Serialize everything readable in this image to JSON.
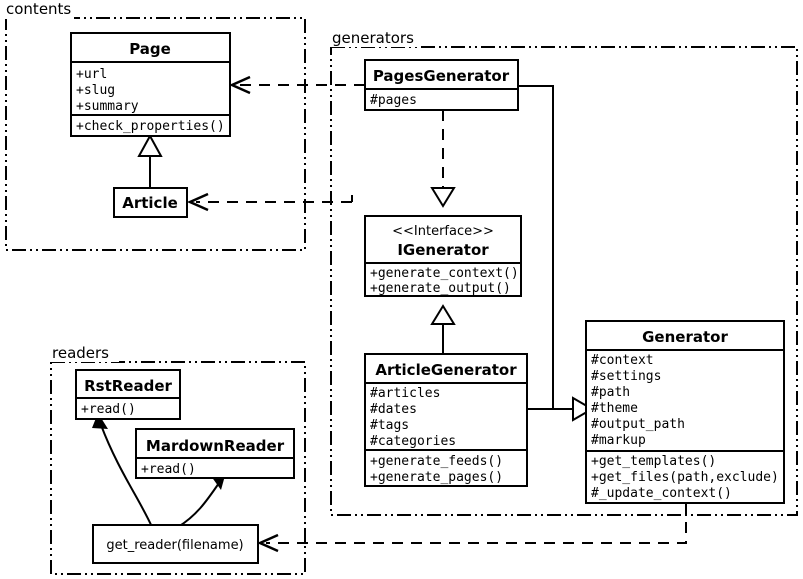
{
  "diagram": {
    "title": "UML class diagram",
    "stroke_color": "#000000",
    "fill_color": "#ffffff"
  },
  "packages": [
    {
      "id": "contents",
      "label": "contents"
    },
    {
      "id": "generators",
      "label": "generators"
    },
    {
      "id": "readers",
      "label": "readers"
    }
  ],
  "classes": {
    "page": {
      "name": "Page",
      "attributes": [
        "+url",
        "+slug",
        "+summary"
      ],
      "methods": [
        "+check_properties()"
      ]
    },
    "article": {
      "name": "Article",
      "attributes": [],
      "methods": []
    },
    "pages_generator": {
      "name": "PagesGenerator",
      "attributes": [
        "#pages"
      ],
      "methods": []
    },
    "igenerator": {
      "stereotype": "<<Interface>>",
      "name": "IGenerator",
      "attributes": [],
      "methods": [
        "+generate_context()",
        "+generate_output()"
      ]
    },
    "article_generator": {
      "name": "ArticleGenerator",
      "attributes": [
        "#articles",
        "#dates",
        "#tags",
        "#categories"
      ],
      "methods": [
        "+generate_feeds()",
        "+generate_pages()"
      ]
    },
    "generator": {
      "name": "Generator",
      "attributes": [
        "#context",
        "#settings",
        "#path",
        "#theme",
        "#output_path",
        "#markup"
      ],
      "methods": [
        "+get_templates()",
        "+get_files(path,exclude)",
        "#_update_context()"
      ]
    },
    "rst_reader": {
      "name": "RstReader",
      "attributes": [],
      "methods": [
        "+read()"
      ]
    },
    "mardown_reader": {
      "name": "MardownReader",
      "attributes": [],
      "methods": [
        "+read()"
      ]
    }
  },
  "functions": {
    "get_reader": {
      "label": "get_reader(filename)"
    }
  },
  "relationships": [
    {
      "id": "article-inherits-page",
      "type": "generalization",
      "from": "Article",
      "to": "Page"
    },
    {
      "id": "pagesgenerator-realizes-igenerator",
      "type": "realization",
      "from": "PagesGenerator",
      "to": "IGenerator"
    },
    {
      "id": "articlegenerator-implements-igenerator",
      "type": "generalization",
      "from": "ArticleGenerator",
      "to": "IGenerator"
    },
    {
      "id": "pagesgenerator-inherits-generator",
      "type": "generalization",
      "from": "PagesGenerator",
      "to": "Generator"
    },
    {
      "id": "articlegenerator-inherits-generator",
      "type": "generalization",
      "from": "ArticleGenerator",
      "to": "Generator"
    },
    {
      "id": "pagesgenerator-depends-page",
      "type": "dependency",
      "from": "PagesGenerator",
      "to": "Page"
    },
    {
      "id": "articlegenerator-depends-article",
      "type": "dependency",
      "from": "ArticleGenerator",
      "to": "Article"
    },
    {
      "id": "generator-depends-get_reader",
      "type": "dependency",
      "from": "Generator",
      "to": "get_reader(filename)"
    },
    {
      "id": "get_reader-creates-rstreader",
      "type": "create",
      "from": "get_reader(filename)",
      "to": "RstReader"
    },
    {
      "id": "get_reader-creates-mardownreader",
      "type": "create",
      "from": "get_reader(filename)",
      "to": "MardownReader"
    }
  ]
}
